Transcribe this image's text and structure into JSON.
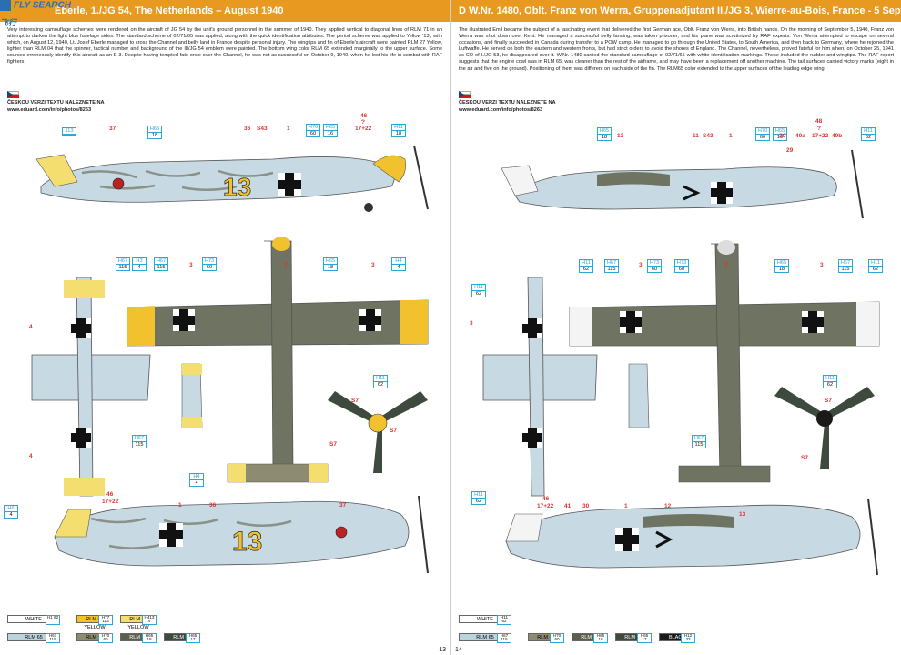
{
  "watermark": {
    "text": "FLY SEARCH",
    "cn": "飞行"
  },
  "left": {
    "header": "Eberle, 1./JG 54, The Netherlands – August 1940",
    "body": "Very interesting camouflage schemes were rendered on the aircraft of JG 54 by the unit's ground personnel in the summer of 1940. They applied vertical to diagonal lines of RLM 71 in an attempt to darken the light blue fuselage sides. The standard scheme of 02/71/65 was applied, along with the quick identification attributes. The period scheme was applied to Yellow '13', with which, on August 12, 1940, Lt. Josef Eberle managed to cross the Channel and belly land in France despite personal injury. The wingtips and fin of Eberle's aircraft were painted RLM 27 Yellow, lighter than RLM 04 that the spinner, tactical number and background of the III/JG 54 emblem were painted. The bottom wing color RLM 65 extended marginally to the upper surface. Some sources erroneously identify this aircraft as an E-3. Despite having tempted fate once over the Channel, he was not as successful on October 9, 1940, when he lost his life in combat with RAF fighters.",
    "cz_line": "ČESKOU VERZI TEXTU NALEZNETE NA",
    "cz_url": "www.eduard.com/info/photos/8263",
    "tac_number": "13",
    "callouts": [
      {
        "a": "113",
        "b": ""
      },
      {
        "a": "H65",
        "b": "18"
      },
      {
        "a": "H70",
        "b": "60"
      },
      {
        "a": "H65",
        "b": "16"
      },
      {
        "a": "H11",
        "b": "18"
      },
      {
        "a": "H67",
        "b": "115"
      },
      {
        "a": "H3",
        "b": "4"
      },
      {
        "a": "H67",
        "b": "115"
      },
      {
        "a": "H73",
        "b": "60"
      },
      {
        "a": "H65",
        "b": "18"
      },
      {
        "a": "H4",
        "b": "4"
      },
      {
        "a": "H11",
        "b": "62"
      },
      {
        "a": "H67",
        "b": "115"
      },
      {
        "a": "H4",
        "b": "4"
      },
      {
        "a": "H6",
        "b": "4"
      }
    ],
    "numbers": [
      "37",
      "36",
      "S43",
      "1",
      "46",
      "?",
      "17+22",
      "3",
      "3",
      "3",
      "4",
      "4",
      "S7",
      "S7",
      "S7",
      "46",
      "17+22",
      "1",
      "36",
      "37"
    ],
    "legend": [
      {
        "label": "WHITE",
        "code": "H1\n62",
        "color": "#ffffff"
      },
      {
        "label": "RLM 04\nYELLOW",
        "code": "H77\n113",
        "color": "#f2c12e"
      },
      {
        "label": "RLM 27\nYELLOW",
        "code": "H413\n4",
        "color": "#f5de70"
      },
      {
        "label": "RLM 65",
        "code": "H67\n115",
        "color": "#bcd3de"
      },
      {
        "label": "RLM 02",
        "code": "H70\n60",
        "color": "#8d8c72"
      },
      {
        "label": "RLM 71",
        "code": "H65\n18",
        "color": "#5c5f4e"
      },
      {
        "label": "RLM 70",
        "code": "H65\n17",
        "color": "#3e4a3d"
      }
    ],
    "page_no": "13"
  },
  "right": {
    "header": "D W.Nr. 1480, Oblt. Franz von Werra, Gruppenadjutant II./JG 3, Wierre-au-Bois, France - 5 Sept. 1940",
    "body": "The illustrated Emil became the subject of a fascinating event that delivered the first German ace, Oblt. Franz von Werra, into British hands. On the morning of September 5, 1940, Franz von Werra was shot down over Kent. He managed a successful belly landing, was taken prisoner, and his plane was scrutinized by RAF experts. Von Werra attempted to escape on several occasions, and finally succeeded in Canada during transfer to a POW camp. He managed to go through the United States, to South America, and then back to Germany, where he rejoined the Luftwaffe. He served on both the eastern and western fronts, but had strict orders to avoid the shores of England. The Channel, nevertheless, proved fateful for him when, on October 25, 1941 as CO of I./JG 53, he disappeared over it. W.Nr. 1480 carried the standard camouflage of 02/71/65 with white identification markings. These included the rudder and wingtips. The RAF report suggests that the engine cowl was in RLM 65, was cleaner than the rest of the airframe, and may have been a replacement off another machine. The tail surfaces carried victory marks (eight in the air and five on the ground). Positioning of them was different on each side of the fin. The RLM65 color extended to the upper surfaces of the leading edge wing.",
    "cz_line": "ČESKOU VERZI TEXTU NALEZNETE NA",
    "cz_url": "www.eduard.com/info/photos/8263",
    "callouts": [
      {
        "a": "H65",
        "b": "18"
      },
      {
        "a": "H70",
        "b": "60"
      },
      {
        "a": "H65",
        "b": "16"
      },
      {
        "a": "H11",
        "b": "62"
      },
      {
        "a": "H11",
        "b": "62"
      },
      {
        "a": "H67",
        "b": "115"
      },
      {
        "a": "H73",
        "b": "60"
      },
      {
        "a": "H73",
        "b": "60"
      },
      {
        "a": "H65",
        "b": "18"
      },
      {
        "a": "H67",
        "b": "115"
      },
      {
        "a": "H11",
        "b": "62"
      },
      {
        "a": "H11",
        "b": "62"
      },
      {
        "a": "H11",
        "b": "62"
      },
      {
        "a": "H67",
        "b": "115"
      },
      {
        "a": "H11",
        "b": "62"
      }
    ],
    "numbers": [
      "13",
      "11",
      "S43",
      "1",
      "30",
      "48",
      "?",
      "40a",
      "17+22",
      "40b",
      "29",
      "3",
      "3",
      "3",
      "3",
      "S7",
      "S7",
      "46",
      "17+22",
      "41",
      "30",
      "1",
      "12",
      "13"
    ],
    "legend": [
      {
        "label": "WHITE",
        "code": "H11\n62",
        "color": "#ffffff"
      },
      {
        "label": "RLM 65",
        "code": "H67\n115",
        "color": "#bcd3de"
      },
      {
        "label": "RLM 02",
        "code": "H70\n60",
        "color": "#8d8c72"
      },
      {
        "label": "RLM 71",
        "code": "H65\n18",
        "color": "#5c5f4e"
      },
      {
        "label": "RLM 70",
        "code": "H65\n17",
        "color": "#3e4a3d"
      },
      {
        "label": "BLACK",
        "code": "H12\n33",
        "color": "#1a1a1a"
      }
    ],
    "page_no": "14"
  }
}
